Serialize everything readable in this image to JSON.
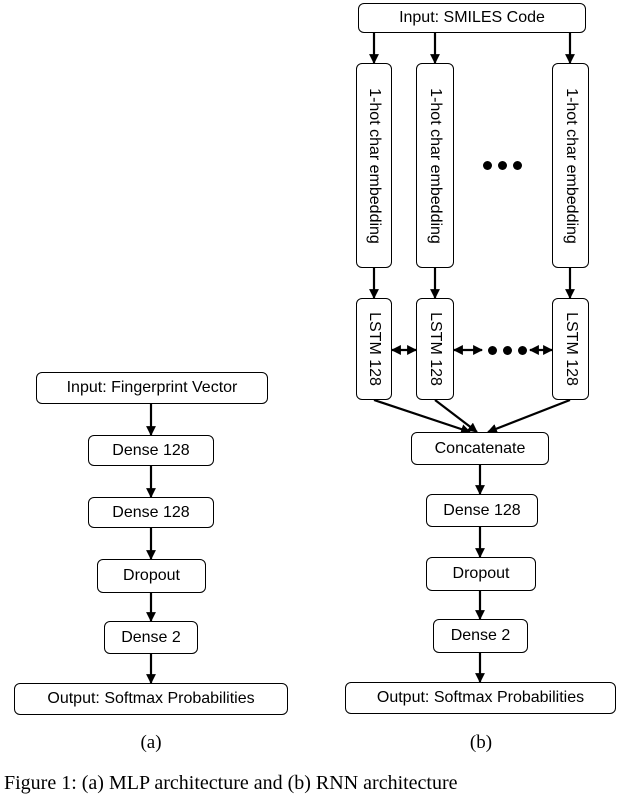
{
  "mlp": {
    "input": "Input: Fingerprint Vector",
    "dense1": "Dense 128",
    "dense2": "Dense 128",
    "dropout": "Dropout",
    "dense3": "Dense 2",
    "output": "Output: Softmax Probabilities",
    "label": "(a)"
  },
  "rnn": {
    "input": "Input: SMILES Code",
    "embedding": "1-hot char embedding",
    "lstm": "LSTM 128",
    "concatenate": "Concatenate",
    "dense1": "Dense 128",
    "dropout": "Dropout",
    "dense2": "Dense 2",
    "output": "Output: Softmax Probabilities",
    "label": "(b)"
  },
  "caption": "Figure 1: (a) MLP architecture and (b) RNN architecture"
}
